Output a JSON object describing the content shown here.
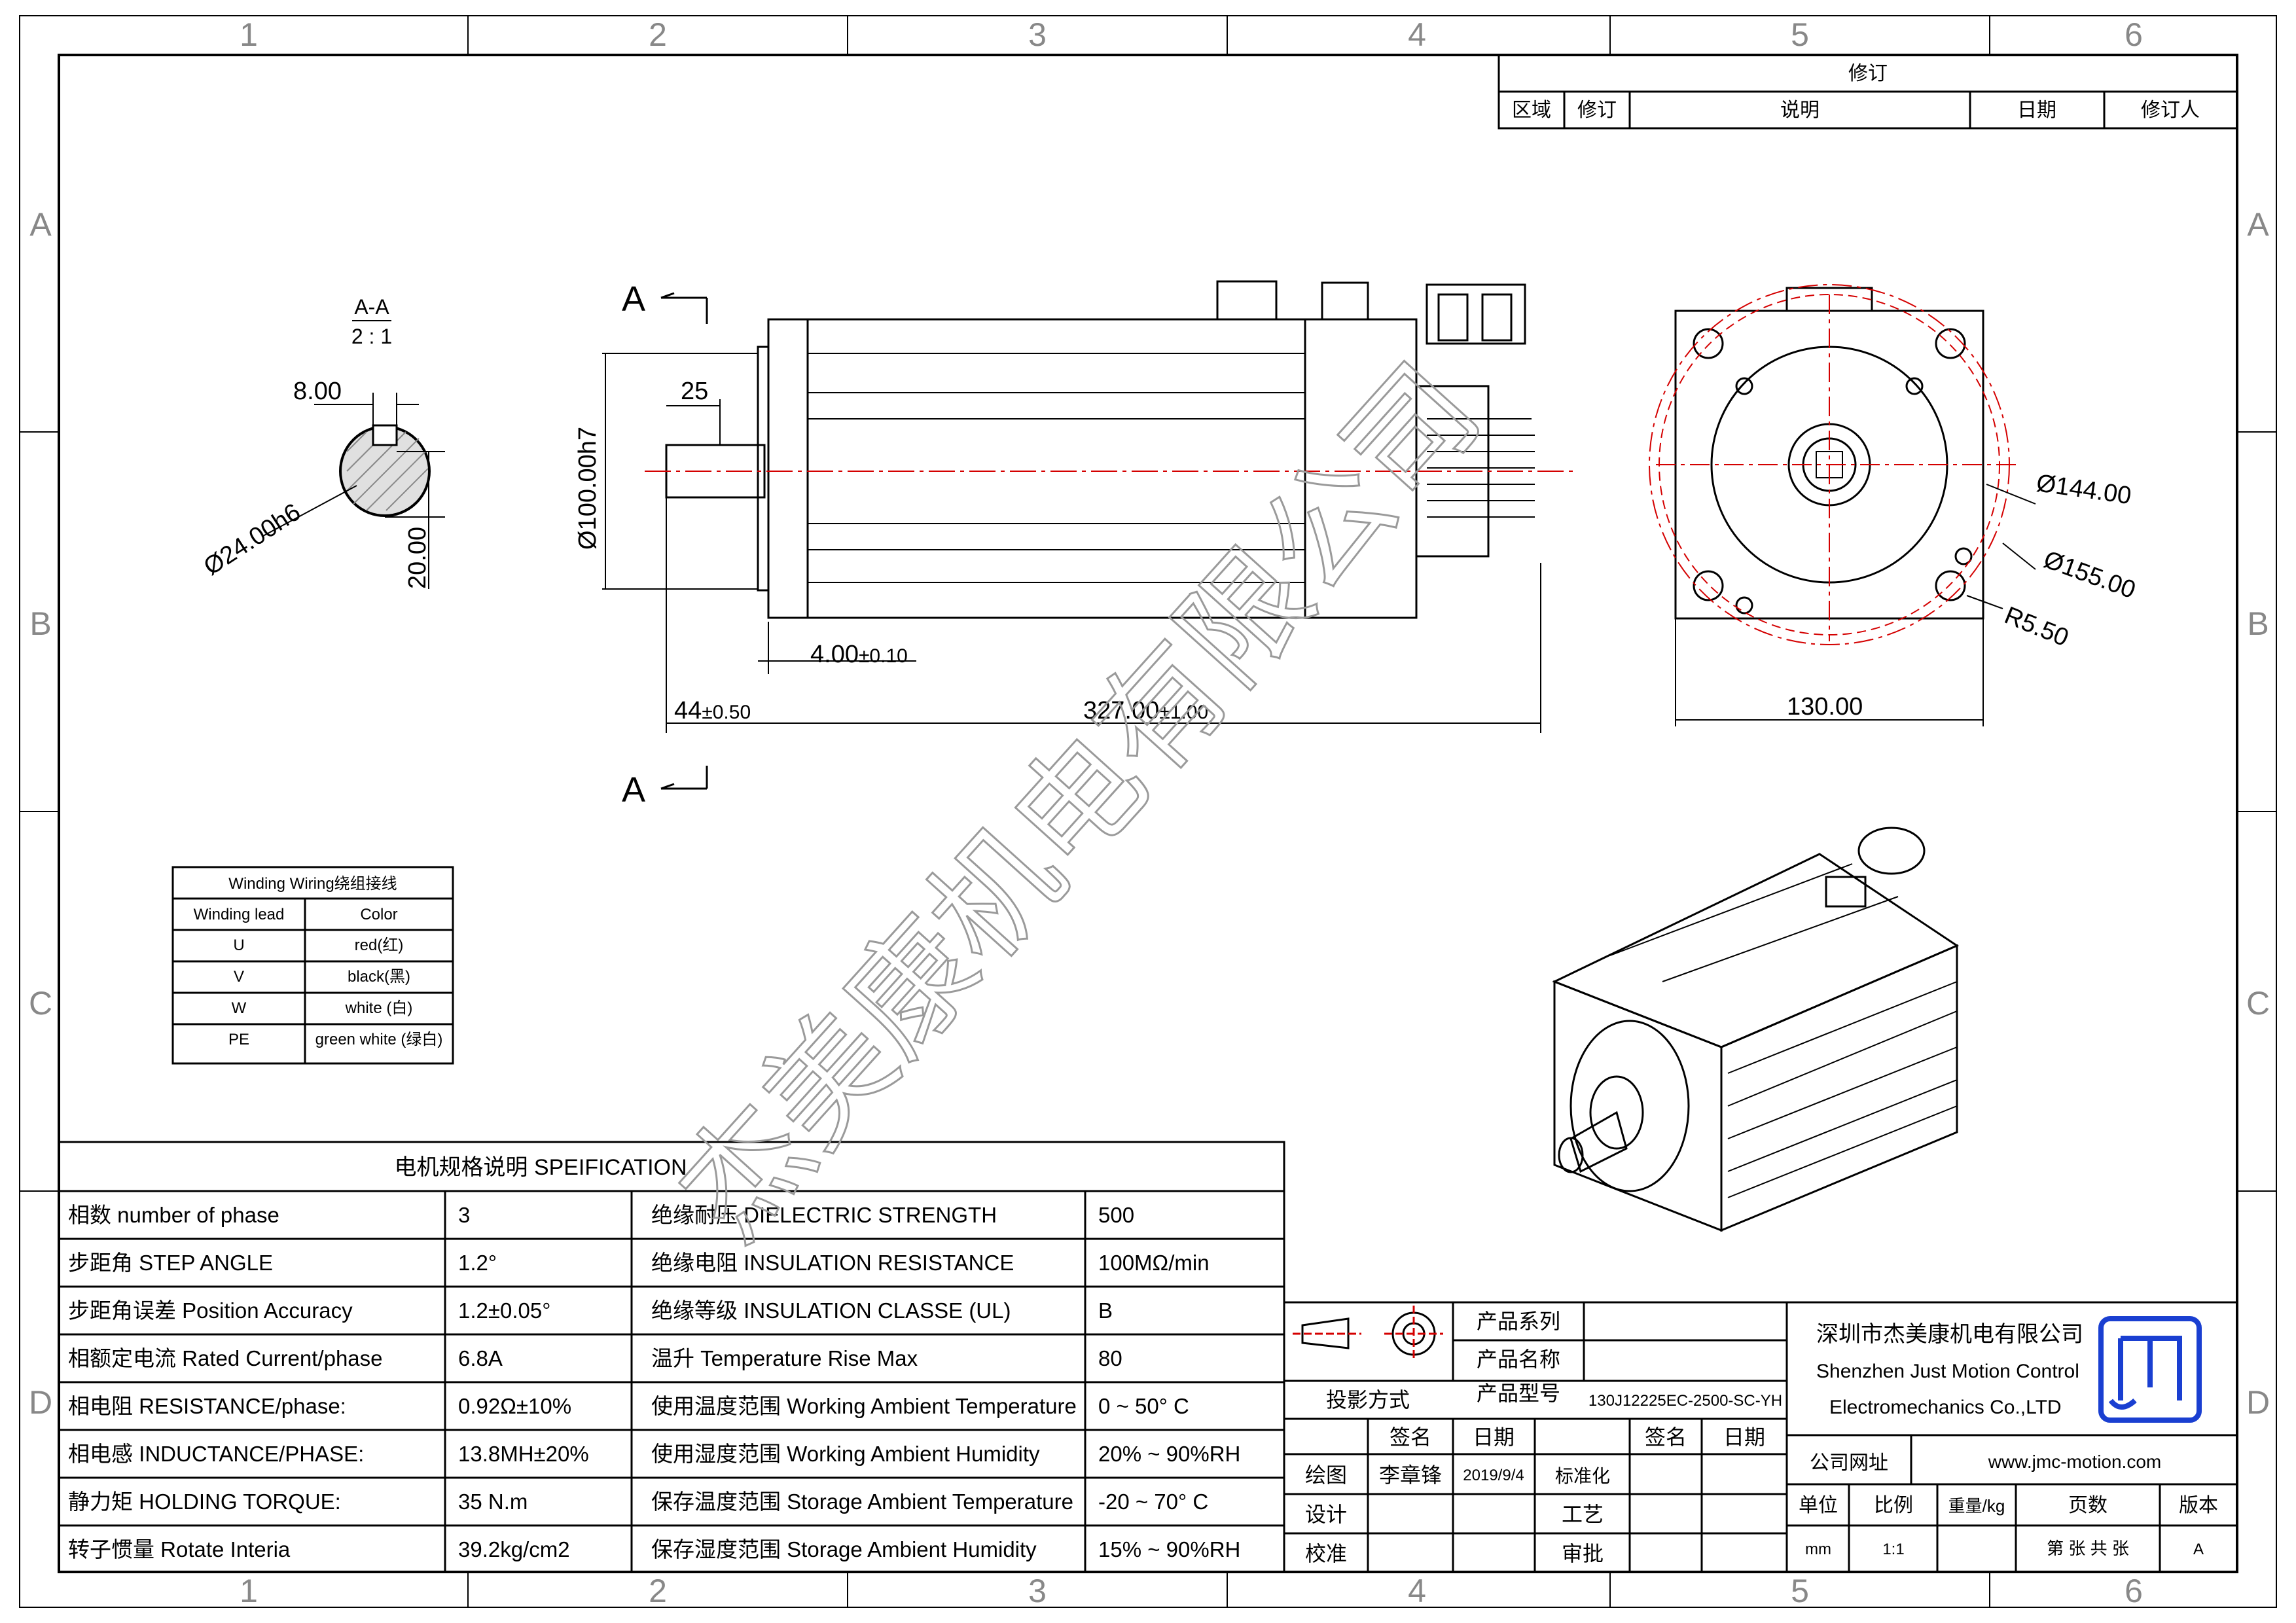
{
  "frame": {
    "col_labels": [
      "1",
      "2",
      "3",
      "4",
      "5",
      "6"
    ],
    "row_labels": [
      "A",
      "B",
      "C",
      "D"
    ]
  },
  "revision": {
    "title": "修订",
    "headers": [
      "区域",
      "修订",
      "说明",
      "日期",
      "修订人"
    ]
  },
  "section": {
    "label": "A-A",
    "scale": "2 : 1",
    "cut_mark": "A"
  },
  "dimensions": {
    "key_width": "8.00",
    "shaft_dia": "Ø24.00h6",
    "key_depth": "20.00",
    "key_length": "25",
    "flange_spigot": "Ø100.00h7",
    "spigot_depth": "4.00",
    "spigot_depth_tol": "±0.10",
    "shaft_len": "44",
    "shaft_len_tol": "±0.50",
    "body_len": "327.00",
    "body_len_tol": "±1.00",
    "pcd_inner": "Ø144.00",
    "pcd_outer": "Ø155.00",
    "hole_r": "R5.50",
    "flange": "130.00"
  },
  "watermark": "杰美康机电有限公司",
  "winding": {
    "title": "Winding Wiring绕组接线",
    "headers": [
      "Winding lead",
      "Color"
    ],
    "rows": [
      [
        "U",
        "red(红)"
      ],
      [
        "V",
        "black(黑)"
      ],
      [
        "W",
        "white (白)"
      ],
      [
        "PE",
        "green white (绿白)"
      ]
    ]
  },
  "spec": {
    "title": "电机规格说明 SPEIFICATION",
    "rows": [
      [
        "相数 number of phase",
        "3",
        "绝缘耐压 DIELECTRIC STRENGTH",
        "500"
      ],
      [
        "步距角 STEP ANGLE",
        "1.2°",
        "绝缘电阻 INSULATION RESISTANCE",
        "100MΩ/min"
      ],
      [
        "步距角误差 Position Accuracy",
        "1.2±0.05°",
        "绝缘等级 INSULATION CLASSE (UL)",
        "B"
      ],
      [
        "相额定电流 Rated Current/phase",
        "6.8A",
        "温升 Temperature Rise Max",
        "80"
      ],
      [
        "相电阻 RESISTANCE/phase:",
        "0.92Ω±10%",
        "使用温度范围 Working Ambient Temperature",
        "0 ~ 50° C"
      ],
      [
        "相电感 INDUCTANCE/PHASE:",
        "13.8MH±20%",
        "使用湿度范围 Working Ambient Humidity",
        "20% ~ 90%RH"
      ],
      [
        "静力矩 HOLDING TORQUE:",
        "35 N.m",
        "保存温度范围 Storage Ambient Temperature",
        "-20 ~ 70° C"
      ],
      [
        "转子惯量 Rotate Interia",
        "39.2kg/cm2",
        "保存湿度范围 Storage Ambient Humidity",
        "15% ~ 90%RH"
      ]
    ]
  },
  "titleblock": {
    "projection": "投影方式",
    "series_label": "产品系列",
    "name_label": "产品名称",
    "model_label": "产品型号",
    "model": "130J12225EC-2500-SC-YH",
    "sign": "签名",
    "date": "日期",
    "drawn": "绘图",
    "drawn_by": "李章锋",
    "drawn_date": "2019/9/4",
    "standard": "标准化",
    "design": "设计",
    "process": "工艺",
    "check": "校准",
    "approve": "审批",
    "company_cn": "深圳市杰美康机电有限公司",
    "company_en1": "Shenzhen Just Motion Control",
    "company_en2": "Electromechanics Co.,LTD",
    "website_label": "公司网址",
    "website": "www.jmc-motion.com",
    "unit_label": "单位",
    "scale_label": "比例",
    "weight_label": "重量/kg",
    "pages_label": "页数",
    "version_label": "版本",
    "unit": "mm",
    "scale": "1:1",
    "pages": "第 张 共 张",
    "version": "A"
  },
  "colors": {
    "line": "#000000",
    "center": "#d40000",
    "logo": "#1a3fd1",
    "watermark": "#9a9a9a"
  }
}
